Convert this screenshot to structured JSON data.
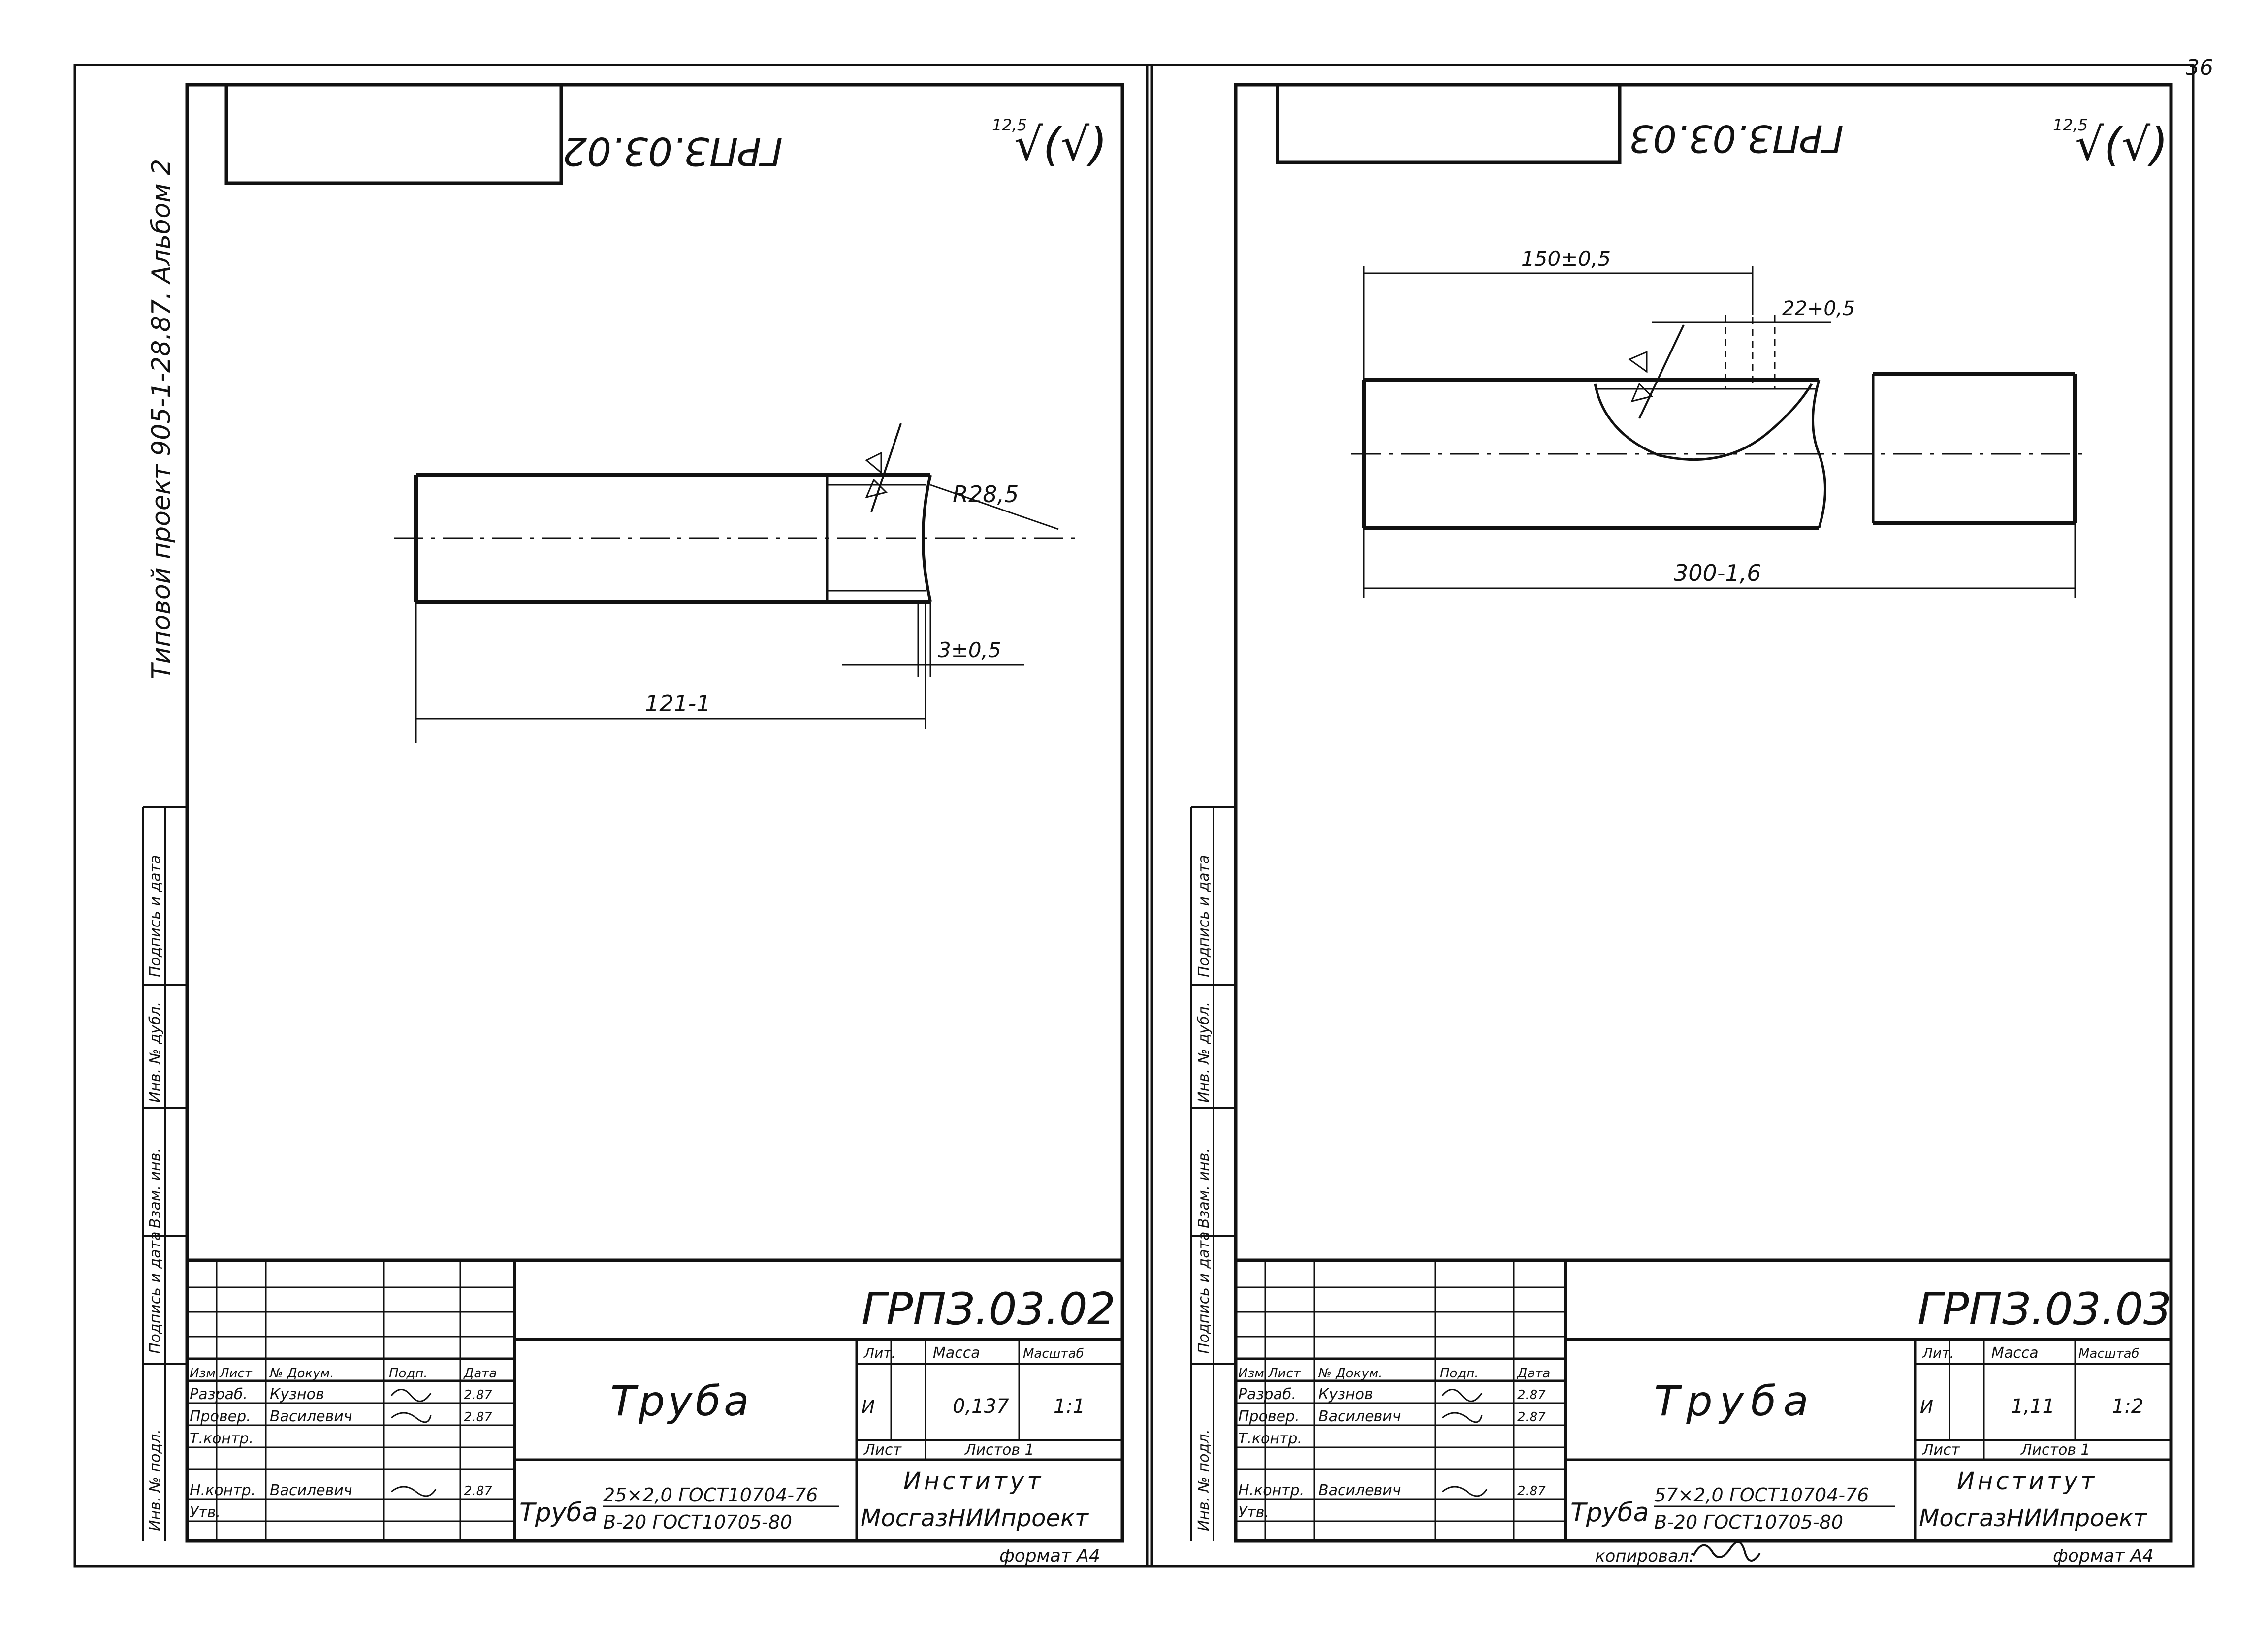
{
  "page_number": "36",
  "left_sheet": {
    "margin_note": "Типовой проект 905-1-28.87. Альбом 2",
    "side_stamp": [
      "Инв. № подл.",
      "Подпись и дата",
      "Взам. инв.",
      "Инв. № дубл.",
      "Подпись и дата"
    ],
    "mirror_code": "ГРПЗ.03.02",
    "roughness": "12,5",
    "roughness_symbol": "√(√)",
    "dim_radius": "R28,5",
    "dim_small": "3±0,5",
    "dim_length": "121-1",
    "title_block": {
      "code": "ГРПЗ.03.02",
      "name": "Труба",
      "cols": [
        "Изм",
        "Лист",
        "№ Докум.",
        "Подп.",
        "Дата"
      ],
      "rows": [
        {
          "role": "Разраб.",
          "person": "Кузнов",
          "sign": "",
          "date": "2.87"
        },
        {
          "role": "Провер.",
          "person": "Василевич",
          "sign": "",
          "date": "2.87"
        },
        {
          "role": "Т.контр.",
          "person": "",
          "sign": "",
          "date": ""
        },
        {
          "role": "",
          "person": "",
          "sign": "",
          "date": ""
        },
        {
          "role": "Н.контр.",
          "person": "Василевич",
          "sign": "",
          "date": "2.87"
        },
        {
          "role": "Утв.",
          "person": "",
          "sign": "",
          "date": ""
        }
      ],
      "lit_label": "Лит.",
      "mass_label": "Масса",
      "scale_label": "Масштаб",
      "lit_value": "И",
      "mass_value": "0,137",
      "scale_value": "1:1",
      "sheet_label": "Лист",
      "sheets_label": "Листов 1",
      "material_prefix": "Труба",
      "material_line1": "25×2,0 ГОСТ10704-76",
      "material_line2": "В-20 ГОСТ10705-80",
      "org_line1": "Институт",
      "org_line2": "МосгазНИИпроект",
      "format": "формат А4"
    }
  },
  "right_sheet": {
    "side_stamp": [
      "Инв. № подл.",
      "Подпись и дата",
      "Взам. инв.",
      "Инв. № дубл.",
      "Подпись и дата"
    ],
    "mirror_code": "ГРПЗ.03.03",
    "roughness": "12,5",
    "roughness_symbol": "√(√)",
    "dim_top": "150±0,5",
    "dim_hole": "22+0,5",
    "dim_length": "300-1,6",
    "title_block": {
      "code": "ГРПЗ.03.03",
      "name": "Труба",
      "cols": [
        "Изм",
        "Лист",
        "№ Докум.",
        "Подп.",
        "Дата"
      ],
      "rows": [
        {
          "role": "Разраб.",
          "person": "Кузнов",
          "sign": "",
          "date": "2.87"
        },
        {
          "role": "Провер.",
          "person": "Василевич",
          "sign": "",
          "date": "2.87"
        },
        {
          "role": "Т.контр.",
          "person": "",
          "sign": "",
          "date": ""
        },
        {
          "role": "",
          "person": "",
          "sign": "",
          "date": ""
        },
        {
          "role": "Н.контр.",
          "person": "Василевич",
          "sign": "",
          "date": "2.87"
        },
        {
          "role": "Утв.",
          "person": "",
          "sign": "",
          "date": ""
        }
      ],
      "lit_label": "Лит.",
      "mass_label": "Масса",
      "scale_label": "Масштаб",
      "lit_value": "И",
      "mass_value": "1,11",
      "scale_value": "1:2",
      "sheet_label": "Лист",
      "sheets_label": "Листов 1",
      "material_prefix": "Труба",
      "material_line1": "57×2,0 ГОСТ10704-76",
      "material_line2": "В-20 ГОСТ10705-80",
      "org_line1": "Институт",
      "org_line2": "МосгазНИИпроект",
      "copied": "копировал:",
      "format": "формат А4"
    }
  }
}
